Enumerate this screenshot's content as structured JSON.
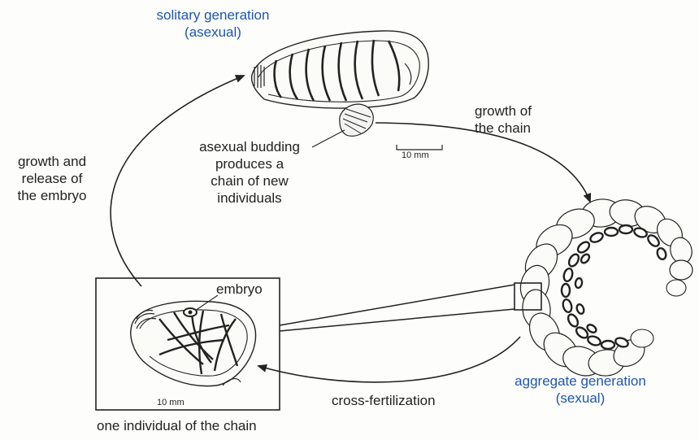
{
  "solitary": {
    "line1": "solitary generation",
    "line2": "(asexual)"
  },
  "growth_chain": {
    "line1": "growth of",
    "line2": "the chain"
  },
  "growth_release": {
    "line1": "growth and",
    "line2": "release of",
    "line3": "the embryo"
  },
  "budding": {
    "line1": "asexual budding",
    "line2": "produces a",
    "line3": "chain of new",
    "line4": "individuals"
  },
  "embryo_label": "embryo",
  "aggregate": {
    "line1": "aggregate generation",
    "line2": "(sexual)"
  },
  "cross_fert": "cross-fertilization",
  "individual_caption": "one individual of the chain",
  "scale_top": "10 mm",
  "scale_bottom": "10 mm",
  "colors": {
    "accent_blue": "#1f57a8",
    "ink": "#222222"
  },
  "icons": [
    "solitary-salp-drawing",
    "chain-salp-drawing",
    "individual-salp-drawing",
    "bud-drawing"
  ]
}
